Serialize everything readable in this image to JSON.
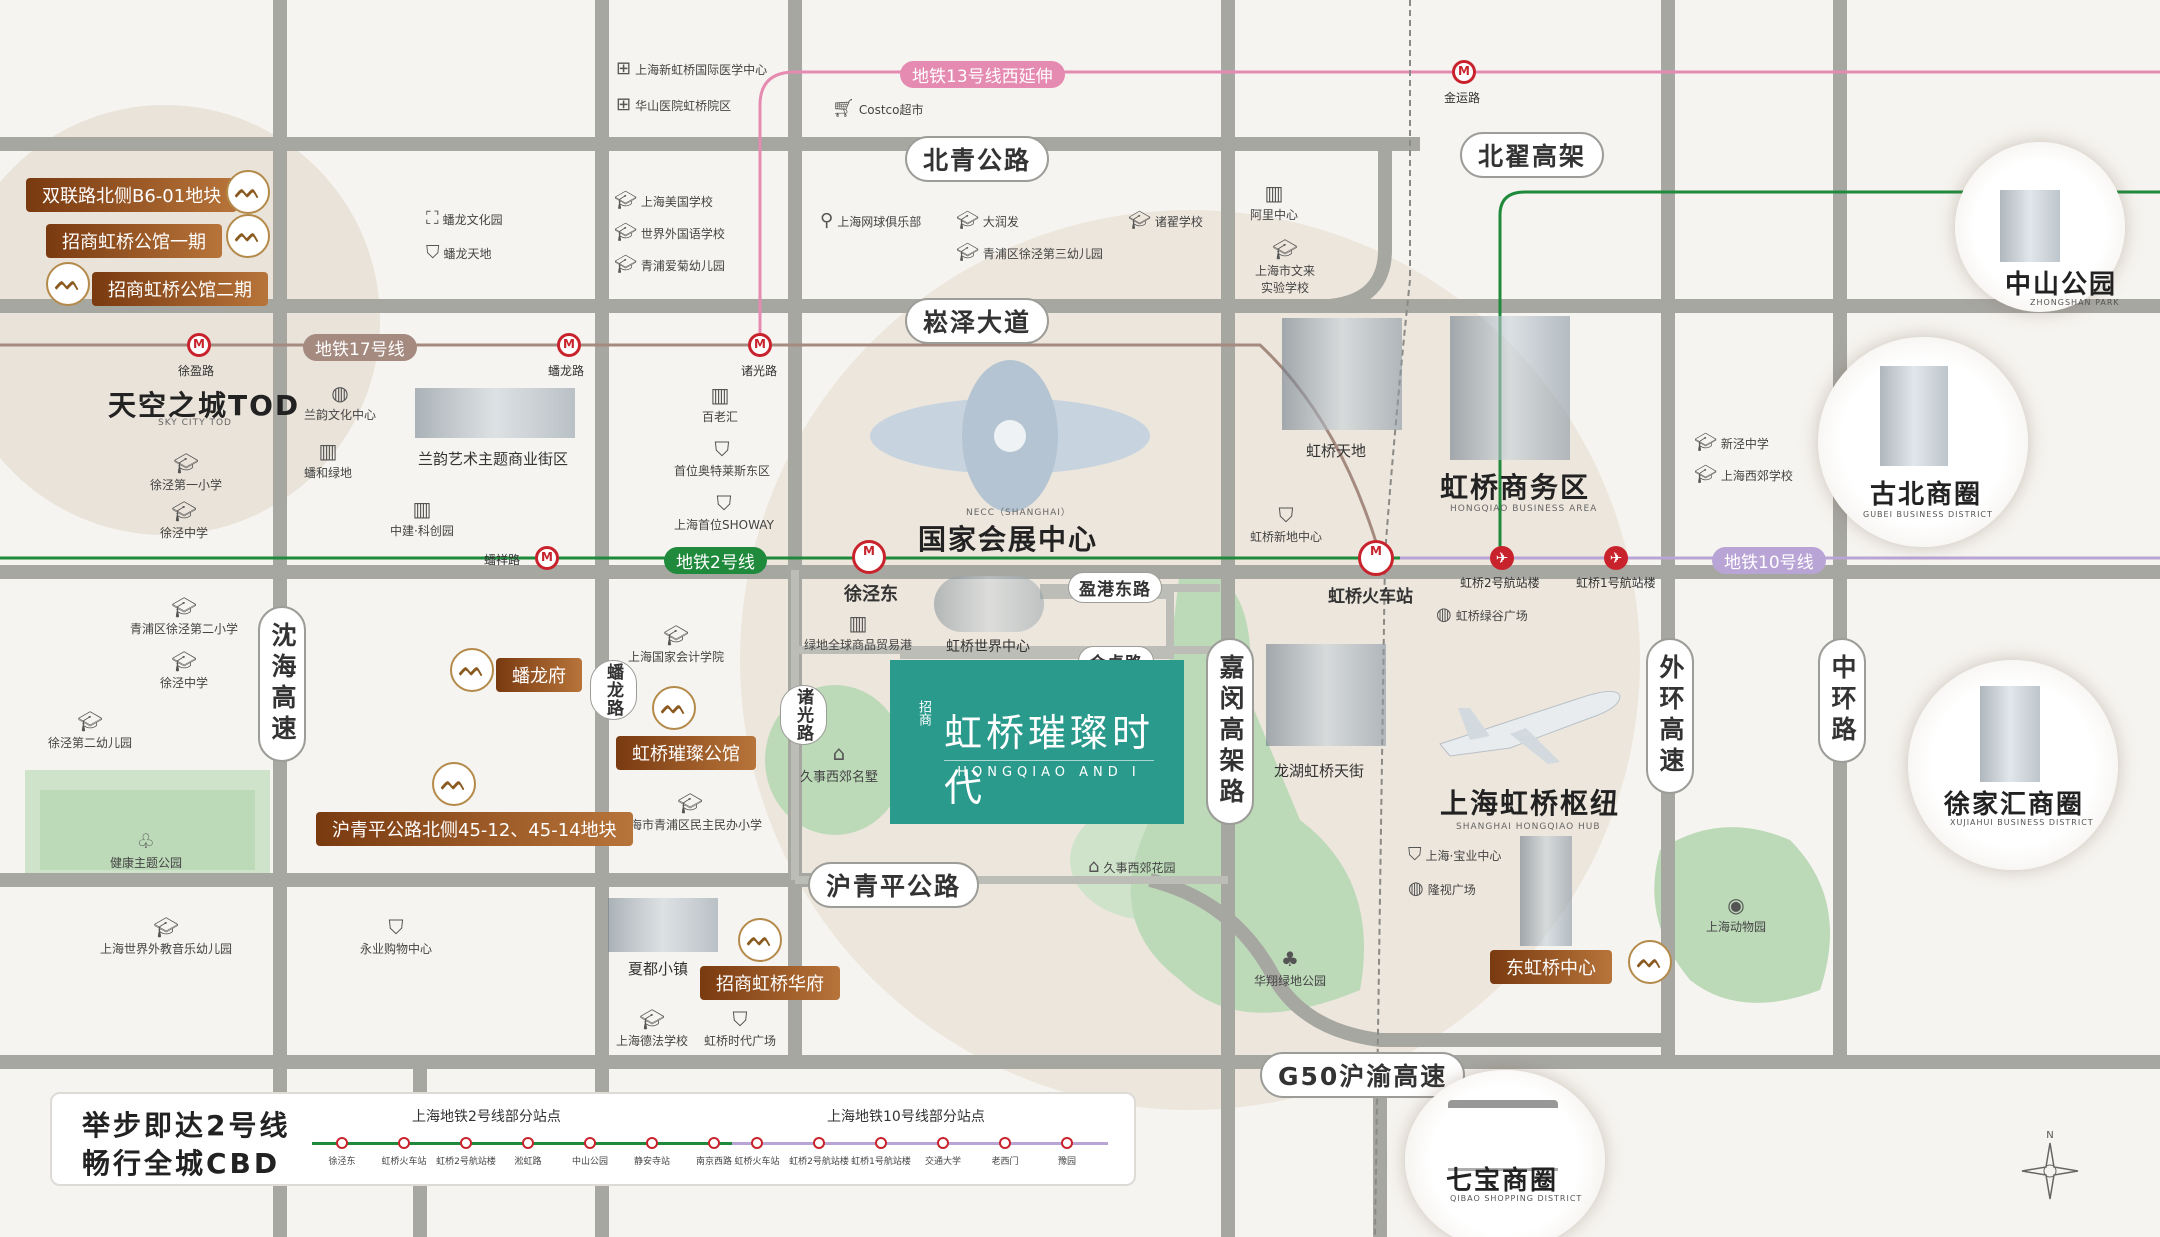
{
  "colors": {
    "line2": "#1f8a3c",
    "line10": "#b9a4d6",
    "line13": "#e58ab0",
    "line17": "#a58a80",
    "metro_red": "#c8232c",
    "project_teal": "#2a9a8c",
    "road_gray": "#a7a7a2",
    "park_green": "#bcd9b8"
  },
  "roads": {
    "beiqing": "北青公路",
    "songze": "崧泽大道",
    "huqingping": "沪青平公路",
    "g50": "G50沪渝高速",
    "shenhai": "沈海高速",
    "jiamin": "嘉闵高架路",
    "waihuan": "外环高速",
    "zhonghuan": "中环路",
    "beizhai": "北翟高架",
    "panlong": "蟠龙路",
    "zhuguang": "诸光路",
    "yinggang_east": "盈港东路",
    "huizhuo": "会卓路"
  },
  "metro_lines": {
    "line13": "地铁13号线西延伸",
    "line17": "地铁17号线",
    "line2": "地铁2号线",
    "line10": "地铁10号线"
  },
  "stations": {
    "jinyun": "金运路",
    "xuying": "徐盈路",
    "panlong": "蟠龙路",
    "zhuguang": "诸光路",
    "panxiang": "蟠祥路",
    "xujingdong": "徐泾东",
    "hongqiao_rail": "虹桥火车站",
    "t2": "虹桥2号航站楼",
    "t1": "虹桥1号航站楼"
  },
  "pois": {
    "xinhongqiao_medical": "上海新虹桥国际医学中心",
    "huashan": "华山医院虹桥院区",
    "costco": "Costco超市",
    "american_school": "上海美国学校",
    "world_foreign": "世界外国语学校",
    "qingpu_aiqi": "青浦爱菊幼儿园",
    "tennis": "上海网球俱乐部",
    "darunfa": "大润发",
    "zhuzhai_school": "诸翟学校",
    "xujing3_kinder": "青浦区徐泾第三幼儿园",
    "alibaba": "阿里中心",
    "wenlai": "上海市文来实验学校",
    "panlong_culture_park": "蟠龙文化园",
    "panlong_tiandi": "蟠龙天地",
    "lanyun_culture": "兰韵文化中心",
    "panhe_green": "蟠和绿地",
    "xujing1_primary": "徐泾第一小学",
    "xujing_middle1": "徐泾中学",
    "lanyun_art": "兰韵艺术主题商业街区",
    "zhongjian": "中建·科创园",
    "bailaohui": "百老汇",
    "shouwei_outlets": "首位奥特莱斯东区",
    "showay": "上海首位SHOWAY",
    "hongqiao_tiandi": "虹桥天地",
    "hongqiao_xindi": "虹桥新地中心",
    "xinjing_middle": "新泾中学",
    "west_suburb_school": "上海西郊学校",
    "xujing2_primary": "青浦区徐泾第二小学",
    "xujing_middle2": "徐泾中学",
    "xujing2_kinder": "徐泾第二幼儿园",
    "accounting": "上海国家会计学院",
    "greenland_trade": "绿地全球商品贸易港",
    "jiushi_west": "久事西郊名墅",
    "jiushi_garden": "久事西郊花园",
    "minzhu_primary": "上海市青浦区民主民办小学",
    "health_park": "健康主题公园",
    "world_edu_kinder": "上海世界外教音乐幼儿园",
    "yongye": "永业购物中心",
    "xiadu": "夏都小镇",
    "german_school": "上海德法学校",
    "hongqiao_era": "虹桥时代广场",
    "hongqiao_lvgu": "虹桥绿谷广场",
    "baoye": "上海·宝业中心",
    "longshi": "隆视广场",
    "zoo": "上海动物园",
    "huaxiang_park": "华翔绿地公园",
    "longhu": "龙湖虹桥天街",
    "world_center": "虹桥世界中心"
  },
  "landmarks": {
    "sky_city": {
      "name": "天空之城TOD",
      "sub": "SKY CITY TOD"
    },
    "necc": {
      "name": "国家会展中心",
      "sub": "NECC（SHANGHAI）"
    },
    "cbd": {
      "name": "虹桥商务区",
      "sub": "HONGQIAO BUSINESS AREA"
    },
    "hub": {
      "name": "上海虹桥枢纽",
      "sub": "SHANGHAI HONGQIAO HUB"
    }
  },
  "districts": {
    "zhongshan": {
      "name": "中山公园",
      "sub": "ZHONGSHAN PARK"
    },
    "gubei": {
      "name": "古北商圈",
      "sub": "GUBEI BUSINESS DISTRICT"
    },
    "xujiahui": {
      "name": "徐家汇商圈",
      "sub": "XUJIAHUI BUSINESS DISTRICT"
    },
    "qibao": {
      "name": "七宝商圈",
      "sub": "QIBAO SHOPPING DISTRICT"
    }
  },
  "projects": {
    "b6": "双联路北侧B6-01地块",
    "gongguan1": "招商虹桥公馆一期",
    "gongguan2": "招商虹桥公馆二期",
    "panlongfu": "蟠龙府",
    "cuican_gongguan": "虹桥璀璨公馆",
    "huqing_plot": "沪青平公路北侧45-12、45-14地块",
    "huafu": "招商虹桥华府",
    "east_center": "东虹桥中心"
  },
  "main_project": {
    "brand": "招商",
    "name": "虹桥璀璨时代",
    "en": "HONGQIAO AND I"
  },
  "legend": {
    "title1": "举步即达2号线",
    "title2": "畅行全城CBD",
    "line2_title": "上海地铁2号线部分站点",
    "line2_stations": [
      "徐泾东",
      "虹桥火车站",
      "虹桥2号航站楼",
      "淞虹路",
      "中山公园",
      "静安寺站",
      "南京西路"
    ],
    "line10_title": "上海地铁10号线部分站点",
    "line10_stations": [
      "虹桥火车站",
      "虹桥2号航站楼",
      "虹桥1号航站楼",
      "交通大学",
      "老西门",
      "豫园"
    ]
  },
  "compass": "N"
}
